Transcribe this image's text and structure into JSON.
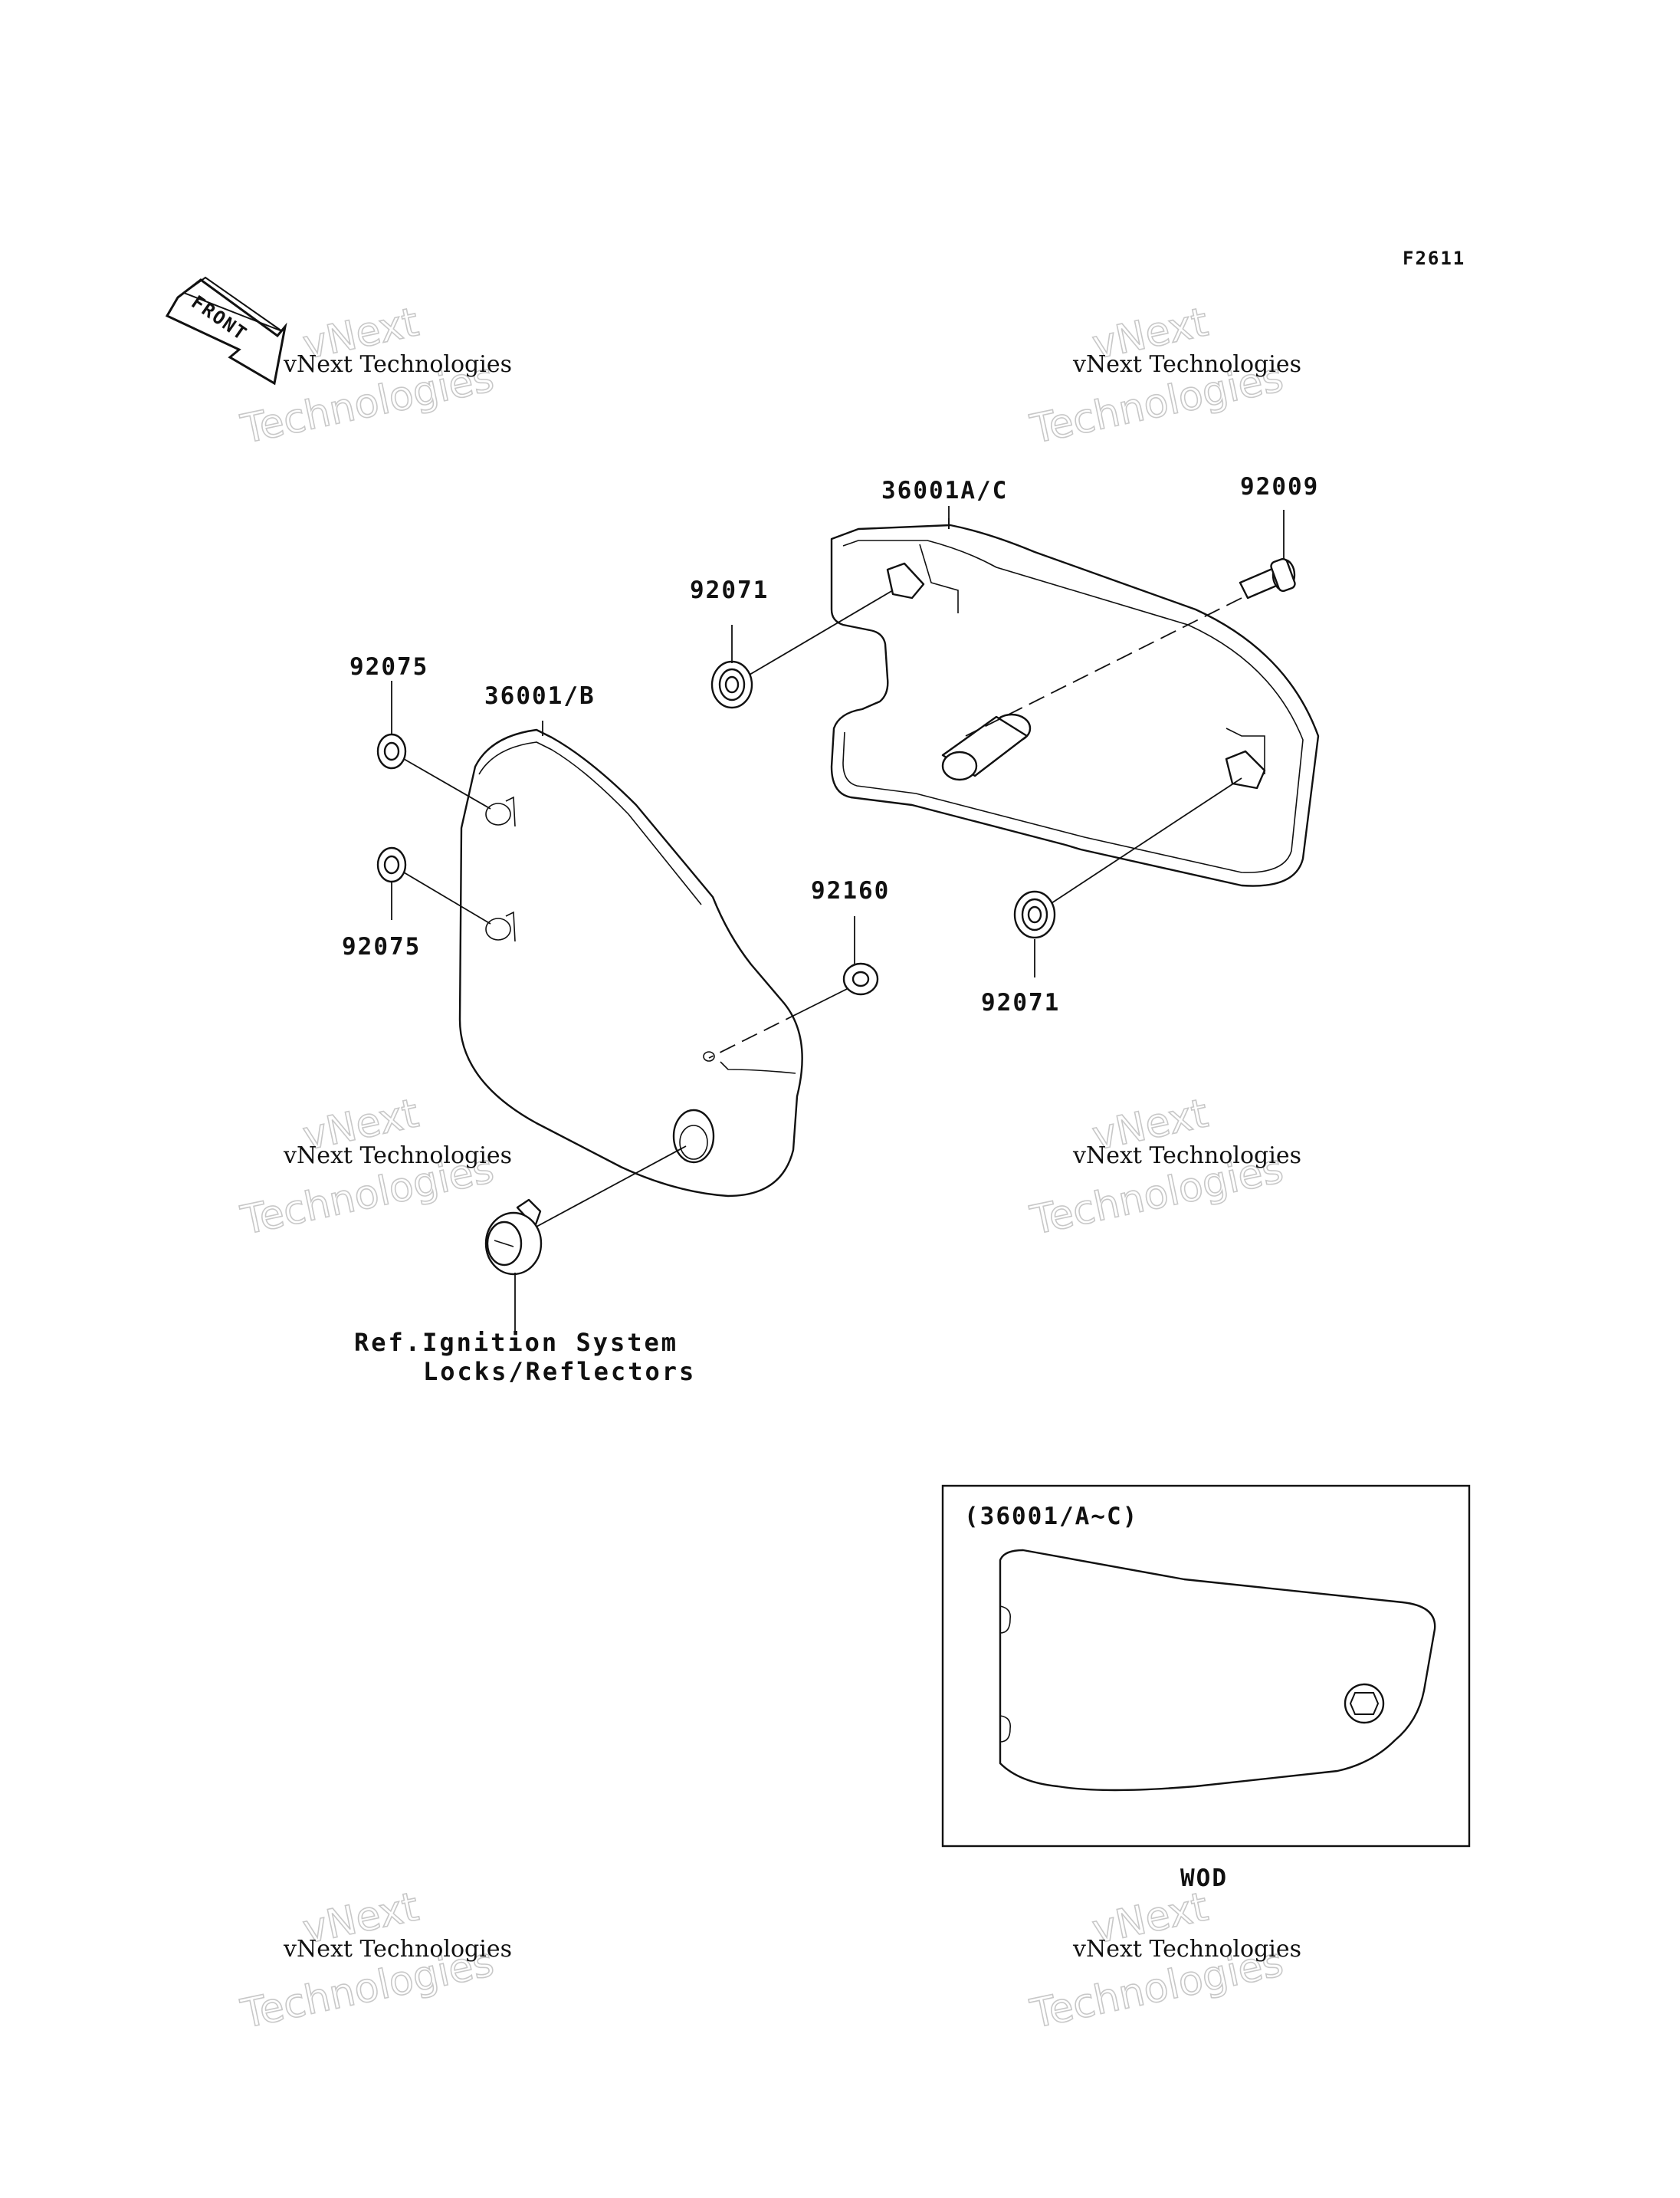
{
  "figure_code": "F2611",
  "front_label": "FRONT",
  "watermark": {
    "line1": "vNext Technologies",
    "line2_top": "vNext",
    "line2_bottom": "Technologies"
  },
  "parts": {
    "cover_right": "36001A/C",
    "cover_left": "36001/B",
    "bolt": "92009",
    "grommet_upper": "92071",
    "grommet_lower": "92071",
    "damper_upper": "92075",
    "damper_lower": "92075",
    "collar": "92160"
  },
  "reference": {
    "line1": "Ref.Ignition System",
    "line2": "Locks/Reflectors"
  },
  "inset": {
    "title": "(36001/A~C)",
    "caption": "WOD"
  }
}
